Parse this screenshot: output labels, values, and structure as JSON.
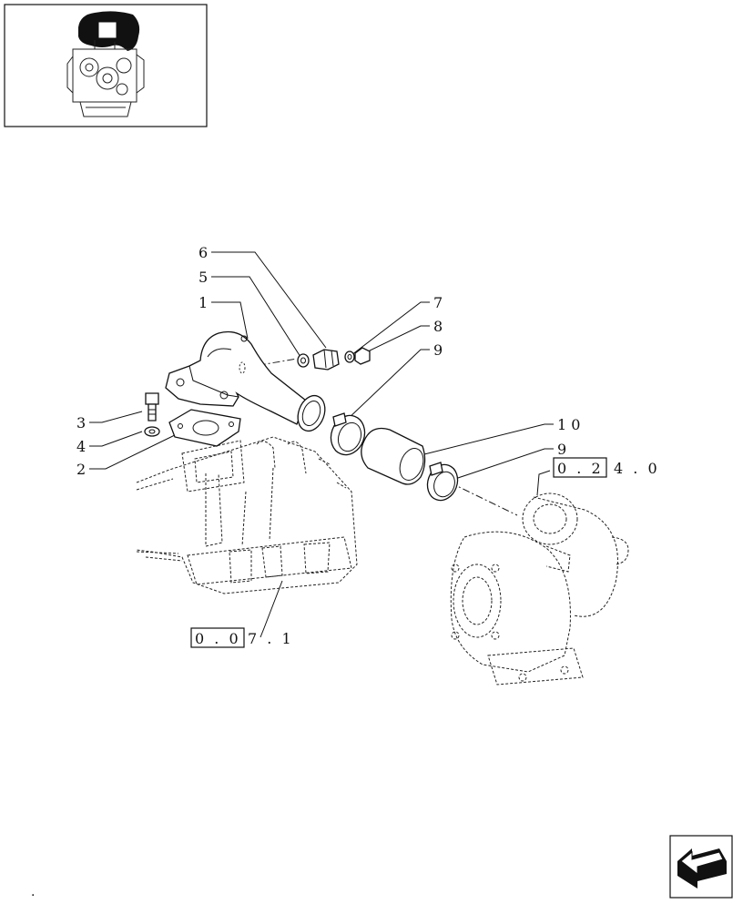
{
  "callouts": {
    "c6": "6",
    "c5": "5",
    "c1": "1",
    "c7": "7",
    "c8": "8",
    "c9a": "9",
    "c3": "3",
    "c4": "4",
    "c2": "2",
    "c10": "1 0",
    "c9b": "9"
  },
  "refs": {
    "turbo_boxed": "0 . 2",
    "turbo_rest": "4 . 0",
    "manifold_boxed": "0 . 0",
    "manifold_rest": "7 . 1"
  },
  "footer": {
    "dot": "."
  }
}
